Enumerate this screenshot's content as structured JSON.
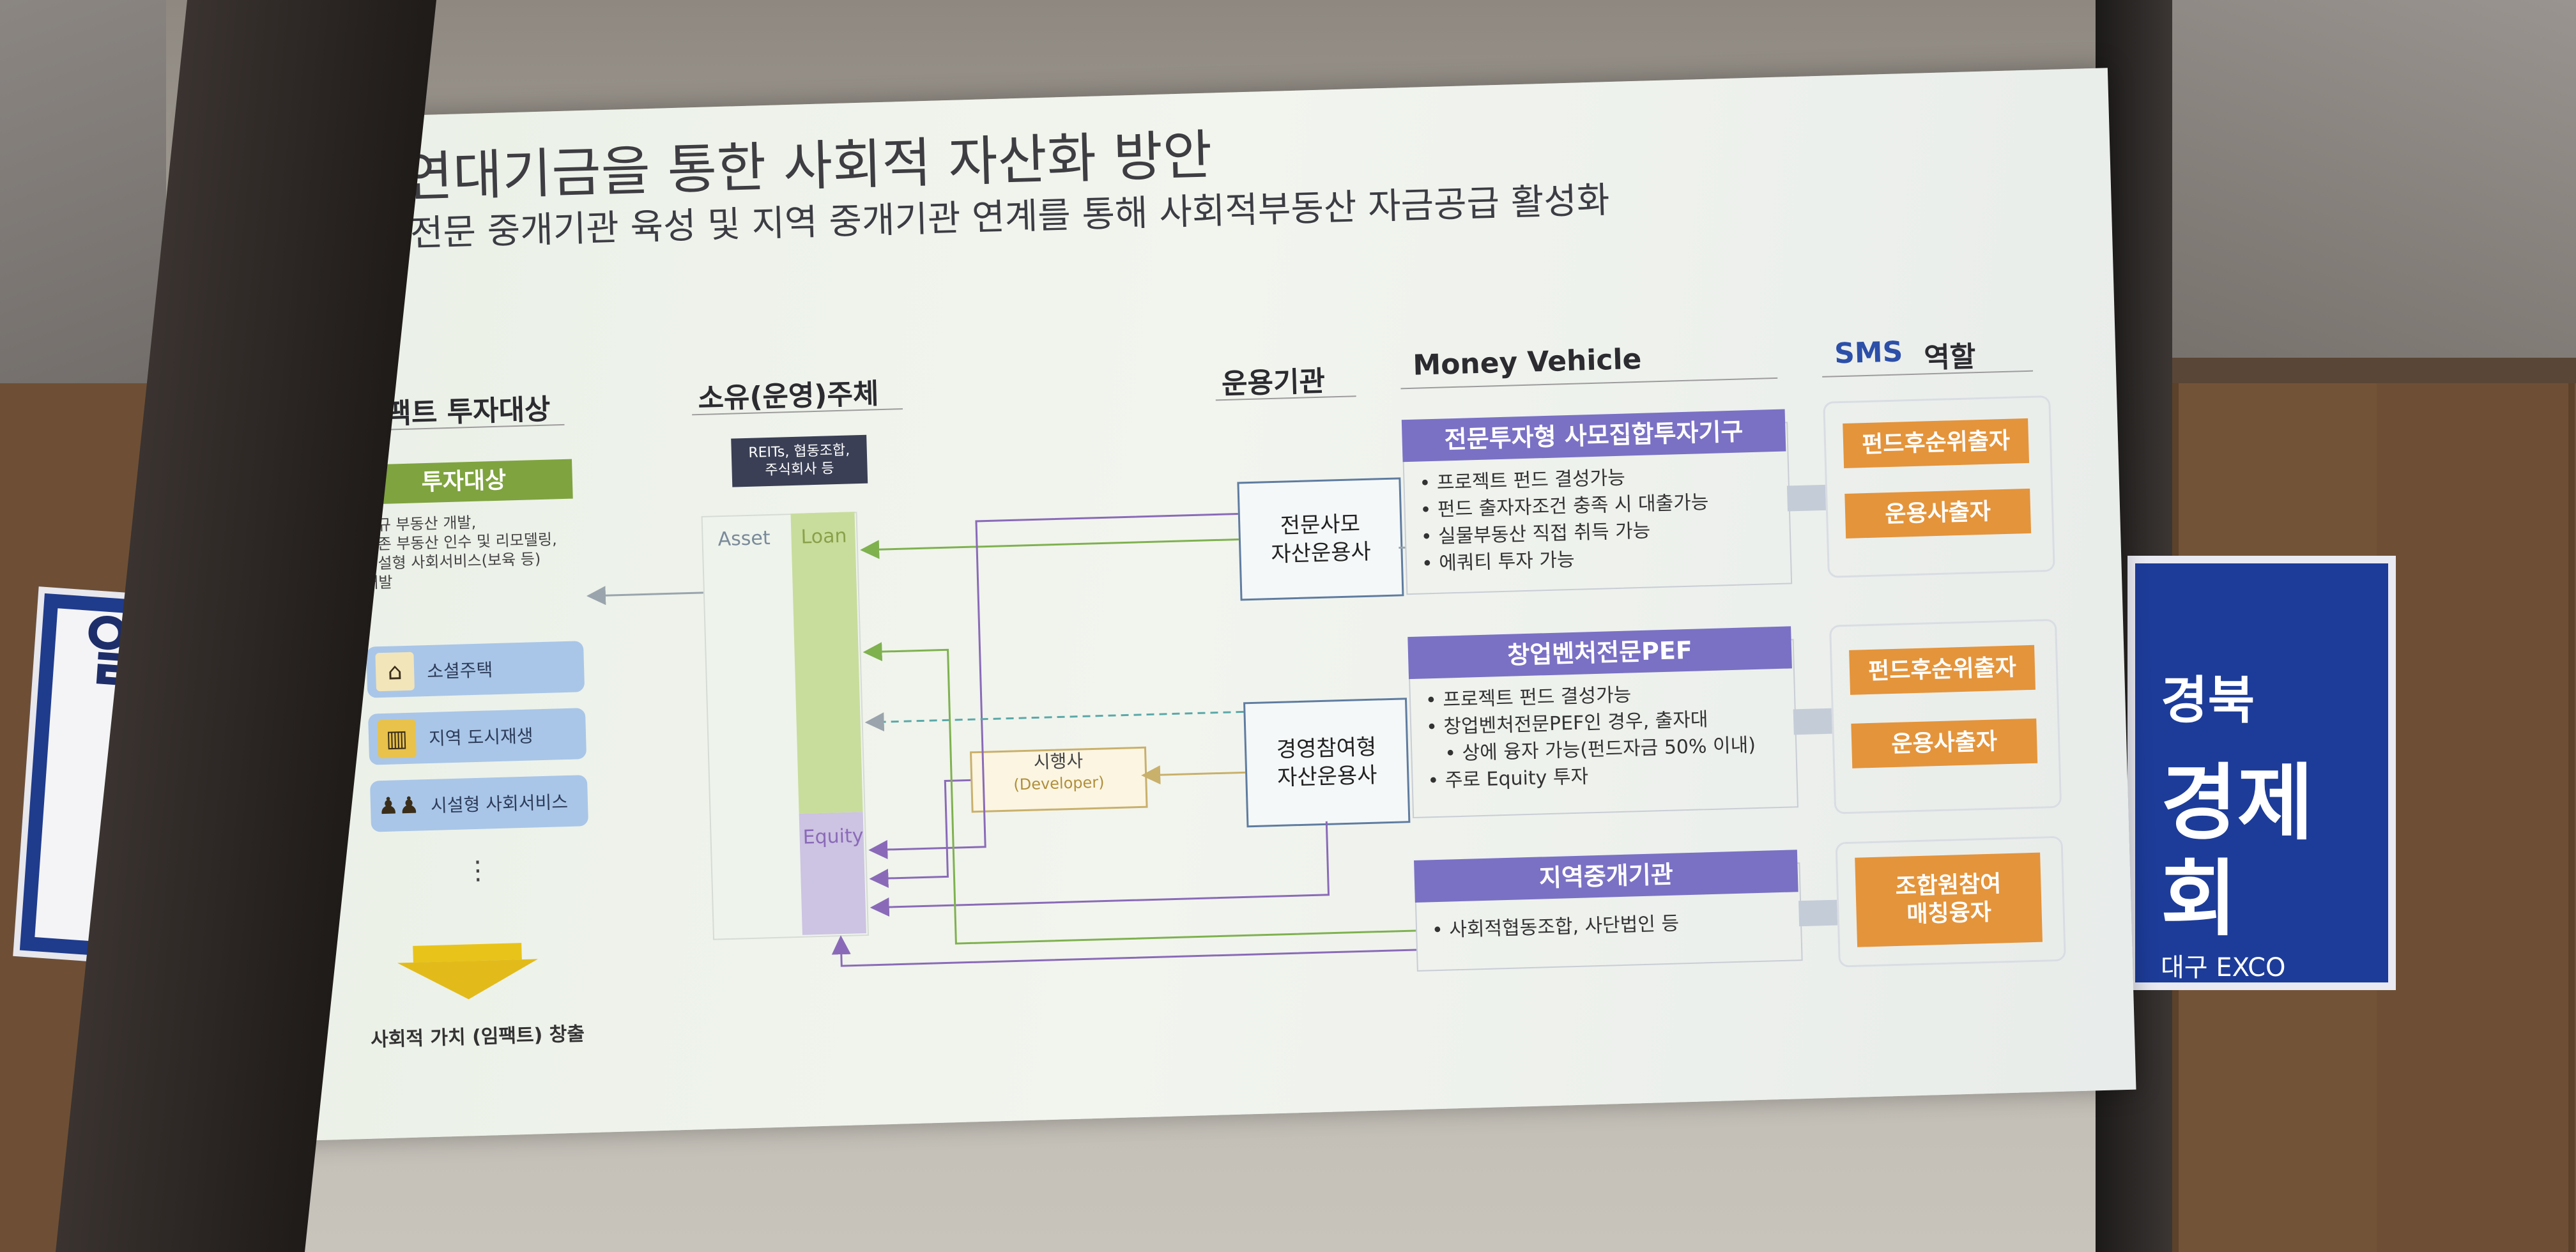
{
  "slide": {
    "title": "사회가치연대기금을 통한 사회적 자산화 방안",
    "subtitle": "사회적부동산 전문 중개기관 육성 및 지역 중개기관 연계를 통해 사회적부동산 자금공급 활성화"
  },
  "columns": {
    "impact": "임팩트 투자대상",
    "owner": "소유(운영)주체",
    "manager": "운용기관",
    "vehicle": "Money Vehicle",
    "sms_logo": "SMS",
    "sms_role": "역할"
  },
  "impact": {
    "header": "투자대상",
    "bullets": [
      "신규 부동산 개발,",
      "기존 부동산 인수 및 리모델링,",
      "시설형 사회서비스(보육 등)",
      "개발"
    ],
    "categories": [
      {
        "label": "소셜주택",
        "icon": "house-icon"
      },
      {
        "label": "지역 도시재생",
        "icon": "city-icon"
      },
      {
        "label": "시설형 사회서비스",
        "icon": "family-icon"
      }
    ],
    "dots": "⋮",
    "result": "사회적 가치 (임팩트) 창출"
  },
  "owner": {
    "badge_line1": "REITs, 협동조합,",
    "badge_line2": "주식회사 등",
    "asset": "Asset",
    "loan": "Loan",
    "equity": "Equity"
  },
  "managers": {
    "m1_line1": "전문사모",
    "m1_line2": "자산운용사",
    "m2_line1": "경영참여형",
    "m2_line2": "자산운용사",
    "dev_line1": "시행사",
    "dev_line2": "(Developer)"
  },
  "vehicles": [
    {
      "title": "전문투자형 사모집합투자기구",
      "items": [
        "프로젝트 펀드 결성가능",
        "펀드 출자자조건 충족 시 대출가능",
        "실물부동산 직접 취득 가능",
        "에쿼티 투자 가능"
      ]
    },
    {
      "title": "창업벤처전문PEF",
      "items": [
        "프로젝트 펀드 결성가능",
        "창업벤처전문PEF인 경우, 출자대",
        "상에 융자 가능(펀드자금 50% 이내)",
        "주로 Equity 투자"
      ]
    },
    {
      "title": "지역중개기관",
      "items": [
        "사회적협동조합, 사단법인 등"
      ]
    }
  ],
  "roles": [
    [
      "펀드후순위출자",
      "운용사출자"
    ],
    [
      "펀드후순위출자",
      "운용사출자"
    ],
    [
      "조합원참여",
      "매칭융자"
    ]
  ],
  "banners": {
    "left_text": "사회 내일 열",
    "right_line1": "경북",
    "right_line2": "경제",
    "right_line3": "회",
    "right_line4": "대구 EXCO"
  }
}
